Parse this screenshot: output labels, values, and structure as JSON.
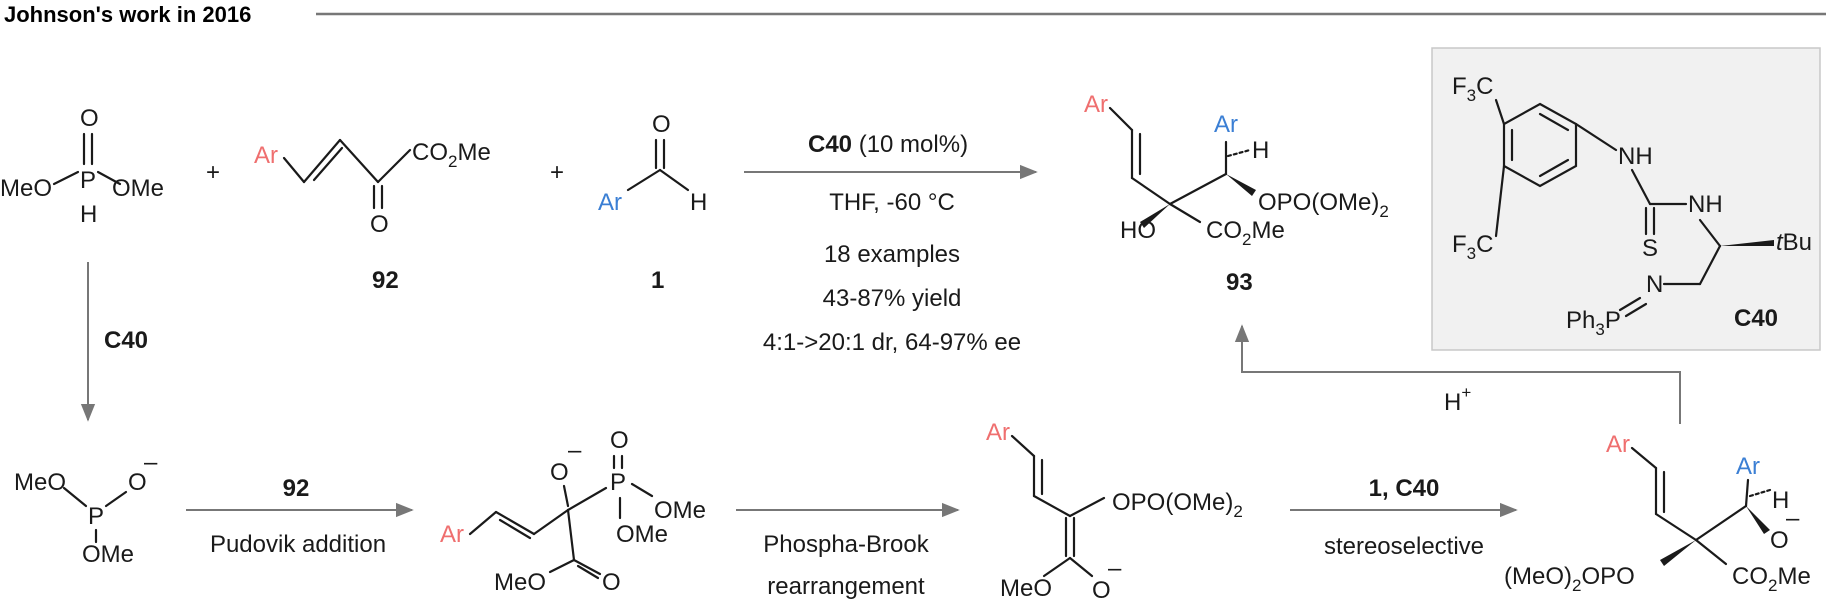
{
  "header": {
    "title": "Johnson's work in 2016"
  },
  "compounds": {
    "c92": "92",
    "c1": "1",
    "c93": "93",
    "catalyst": "C40",
    "plus": "+"
  },
  "atoms": {
    "O": "O",
    "P": "P",
    "H": "H",
    "Ar": "Ar",
    "S": "S",
    "N": "N",
    "MeO": "MeO",
    "OMe": "OMe",
    "HO": "HO",
    "CO": "CO",
    "Me": "Me",
    "OPO": "OPO(OMe)",
    "sub2": "2",
    "sub3": "3",
    "F3C_F": "F",
    "F3C_C": "C",
    "NH": "NH",
    "tBu_t": "t",
    "tBu_Bu": "Bu",
    "Ph": "Ph",
    "minus": "–",
    "MeO2": "(MeO)",
    "OPO_b": "OPO"
  },
  "main_reaction": {
    "catalyst_bold": "C40",
    "catalyst_loading": " (10 mol%)",
    "conditions": "THF, -60 °C",
    "examples": "18 examples",
    "yield": "43-87% yield",
    "selectivity": "4:1->20:1 dr, 64-97% ee"
  },
  "mechanism": {
    "step_down_label": "C40",
    "step1_reagent": "92",
    "step1_label": "Pudovik addition",
    "step2_label_line1": "Phospha-Brook",
    "step2_label_line2": "rearrangement",
    "step3_reagent": "1, C40",
    "step3_label": "stereoselective",
    "step4_label": "H"
  },
  "colors": {
    "ar_red": "#ef6f6f",
    "ar_blue": "#3b7fd4",
    "box_bg": "#f1f1f1",
    "arrow": "#777777"
  }
}
